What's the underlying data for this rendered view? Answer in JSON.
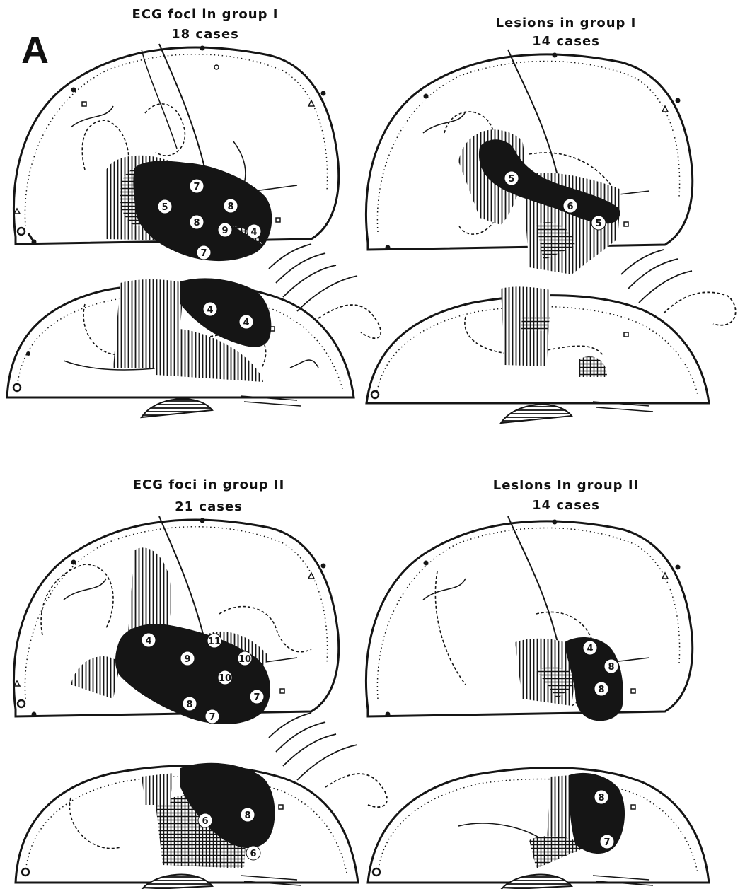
{
  "panel_label": "A",
  "colors": {
    "ink": "#151515",
    "paper": "#ffffff"
  },
  "quadrants": [
    {
      "id": "g1-ecg",
      "title_line1": "ECG foci  in group I",
      "title_line2": "18 cases",
      "lateral_numbers": [
        "7",
        "5",
        "8",
        "8",
        "9",
        "4",
        "7"
      ],
      "medial_numbers": [
        "4",
        "4"
      ]
    },
    {
      "id": "g1-lesions",
      "title_line1": "Lesions  in group I",
      "title_line2": "14 cases",
      "lateral_numbers": [
        "5",
        "6",
        "5"
      ],
      "medial_numbers": []
    },
    {
      "id": "g2-ecg",
      "title_line1": "ECG foci  in group II",
      "title_line2": "21 cases",
      "lateral_numbers": [
        "4",
        "11",
        "9",
        "10",
        "10",
        "8",
        "7",
        "7"
      ],
      "medial_numbers": [
        "6",
        "8",
        "6"
      ]
    },
    {
      "id": "g2-lesions",
      "title_line1": "Lesions in group II",
      "title_line2": "14 cases",
      "lateral_numbers": [
        "4",
        "8",
        "8"
      ],
      "medial_numbers": [
        "8",
        "7"
      ]
    }
  ]
}
